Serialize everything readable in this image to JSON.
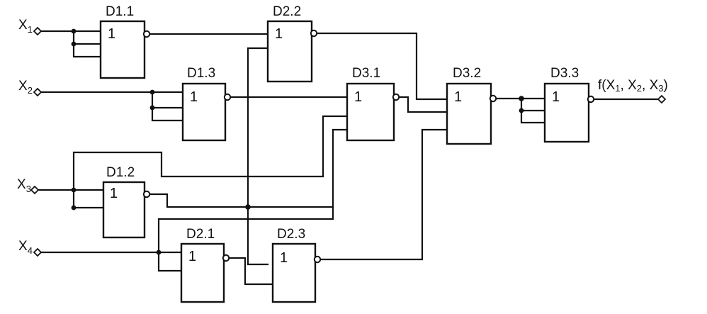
{
  "diagram": {
    "gates": [
      {
        "id": "D1.1",
        "name": "D1.1",
        "symbol": "1"
      },
      {
        "id": "D1.2",
        "name": "D1.2",
        "symbol": "1"
      },
      {
        "id": "D1.3",
        "name": "D1.3",
        "symbol": "1"
      },
      {
        "id": "D2.1",
        "name": "D2.1",
        "symbol": "1"
      },
      {
        "id": "D2.2",
        "name": "D2.2",
        "symbol": "1"
      },
      {
        "id": "D2.3",
        "name": "D2.3",
        "symbol": "1"
      },
      {
        "id": "D3.1",
        "name": "D3.1",
        "symbol": "1"
      },
      {
        "id": "D3.2",
        "name": "D3.2",
        "symbol": "1"
      },
      {
        "id": "D3.3",
        "name": "D3.3",
        "symbol": "1"
      }
    ],
    "inputs": [
      {
        "letter": "X",
        "index": "1"
      },
      {
        "letter": "X",
        "index": "2"
      },
      {
        "letter": "X",
        "index": "3"
      },
      {
        "letter": "X",
        "index": "4"
      }
    ],
    "output": {
      "func": "f(",
      "v1": "X",
      "i1": "1",
      "c1": ", ",
      "v2": "X",
      "i2": "2",
      "c2": ", ",
      "v3": "X",
      "i3": "3",
      "close": ")"
    },
    "colors": {
      "ink": "#111111",
      "paper": "#ffffff"
    }
  }
}
